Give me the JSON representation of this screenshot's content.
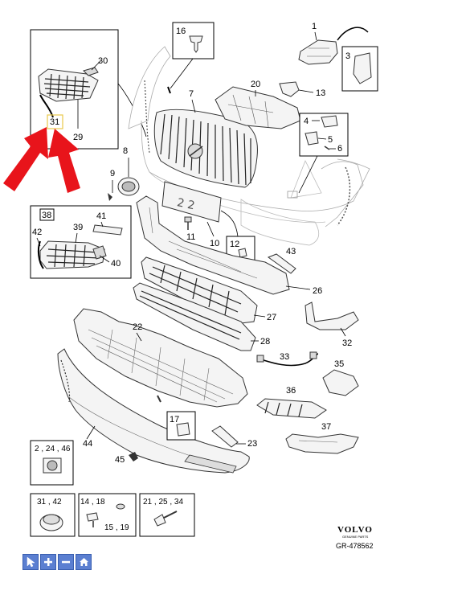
{
  "labels": {
    "p1": "1",
    "p3": "3",
    "p4": "4",
    "p5": "5",
    "p6": "6",
    "p7": "7",
    "p8": "8",
    "p9": "9",
    "p10": "10",
    "p11": "11",
    "p12": "12",
    "p13": "13",
    "p16": "16",
    "p17": "17",
    "p20": "20",
    "p22": "22",
    "p23": "23",
    "p26": "26",
    "p27": "27",
    "p28": "28",
    "p29": "29",
    "p30": "30",
    "p31": "31",
    "p32": "32",
    "p33": "33",
    "p35": "35",
    "p36": "36",
    "p37": "37",
    "p38": "38",
    "p39": "39",
    "p40": "40",
    "p41": "41",
    "p42": "42",
    "p43": "43",
    "p44": "44",
    "p45": "45"
  },
  "small_boxes": {
    "b2_24_46": "2 , 24 , 46",
    "b31_42": "31 , 42",
    "b14_18": "14 , 18",
    "b15_19": "15 , 19",
    "b21_25_34": "21 , 25 , 34"
  },
  "brand": {
    "logo": "VOLVO",
    "sub": "GENUINE PARTS",
    "ref": "GR-478562"
  },
  "toolbar": {
    "tools": [
      "pointer-icon",
      "zoom-in-icon",
      "zoom-out-icon",
      "home-icon"
    ]
  },
  "colors": {
    "arrow": "#e8141b",
    "toolbar": "#5b7fd1",
    "highlight_box": "#e8c84a"
  }
}
